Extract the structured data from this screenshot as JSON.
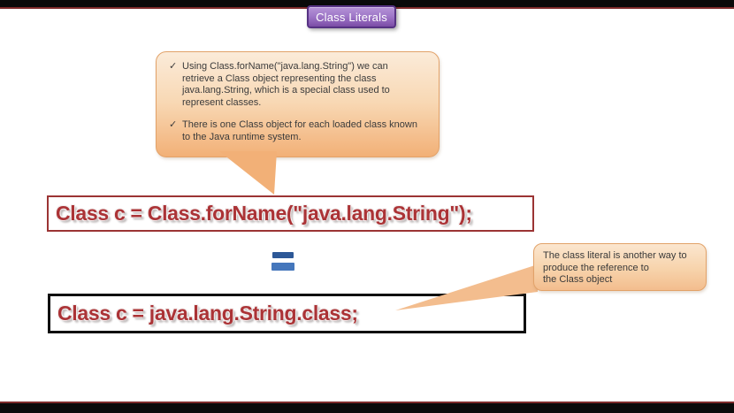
{
  "slide": {
    "badge": {
      "label": "Class Literals"
    },
    "callout_top": {
      "check_glyph": "✓",
      "bullet1": "Using  Class.forName(\"java.lang.String\")  we can\nretrieve a Class object representing the class\njava.lang.String, which is a special class used to\nrepresent classes.",
      "bullet2": "There is one Class object for each loaded class known\nto the Java runtime system."
    },
    "code_box_1": {
      "text": "Class c = Class.forName(\"java.lang.String\");"
    },
    "equals_symbol": "=",
    "code_box_2": {
      "text": "Class c = java.lang.String.class;"
    },
    "callout_right": {
      "text": "The class literal is another way to\nproduce the reference to\nthe Class object"
    },
    "colors": {
      "accent_red_text": "#AB3336",
      "red_box_border": "#9B3434",
      "frame_line_red": "#7E2B2B",
      "frame_bar_black": "#0A0A0A",
      "badge_purple": "#8A5DB4",
      "badge_border_purple": "#563283",
      "callout_orange": "#F2B077",
      "equals_blue_top": "#2D5897",
      "equals_blue_bottom": "#4577BC"
    }
  }
}
